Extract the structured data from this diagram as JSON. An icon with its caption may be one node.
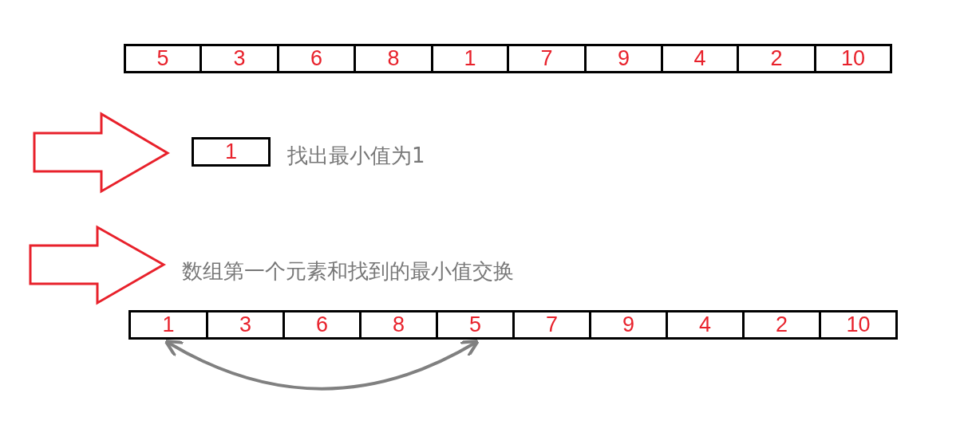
{
  "diagram": {
    "nodes": [
      {
        "text": [
          "5"
        ]
      },
      {
        "text": [
          "3"
        ]
      },
      {
        "text": [
          "6"
        ]
      },
      {
        "text": [
          "8"
        ]
      },
      {
        "text": [
          "1"
        ]
      },
      {
        "text": [
          "7"
        ]
      },
      {
        "text": [
          "9"
        ]
      },
      {
        "text": [
          "4"
        ]
      },
      {
        "text": [
          "2"
        ]
      },
      {
        "text": [
          "10"
        ]
      },
      {
        "text": [
          "1"
        ],
        "beside": [
          "找出最小值为1"
        ]
      },
      {
        "text": [
          "1"
        ]
      },
      {
        "text": [
          "3"
        ]
      },
      {
        "text": [
          "6"
        ]
      },
      {
        "text": [
          "8"
        ]
      },
      {
        "text": [
          "5"
        ]
      },
      {
        "text": [
          "7"
        ]
      },
      {
        "text": [
          "9"
        ]
      },
      {
        "text": [
          "4"
        ]
      },
      {
        "text": [
          "2"
        ]
      },
      {
        "text": [
          "10"
        ]
      }
    ],
    "edges": [
      {
        "from": 11,
        "to": 15,
        "arrow": "both"
      }
    ],
    "labels": [
      "数组第一个元素和找到的最小值交换"
    ]
  }
}
